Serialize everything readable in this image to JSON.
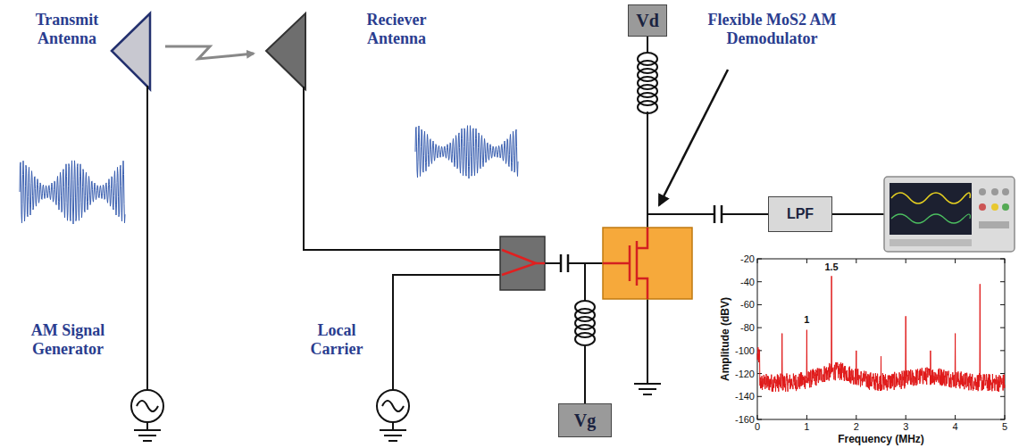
{
  "diagram": {
    "nodes": [
      {
        "text": [
          "Vd"
        ]
      },
      {
        "text": [
          "Vg"
        ]
      },
      {
        "text": [
          "LPF"
        ]
      }
    ],
    "labels": [
      "Transmit Antenna",
      "Reciever Antenna",
      "Flexible MoS2 AM Demodulator",
      "AM Signal Generator",
      "Local Carrier",
      "1.5",
      "1",
      "Amplitude (dBV)",
      "Frequency (MHz)",
      "-20",
      "-40",
      "-60",
      "-80",
      "-100",
      "-120",
      "-140",
      "-160",
      "0",
      "1",
      "2",
      "3",
      "4",
      "5"
    ]
  }
}
